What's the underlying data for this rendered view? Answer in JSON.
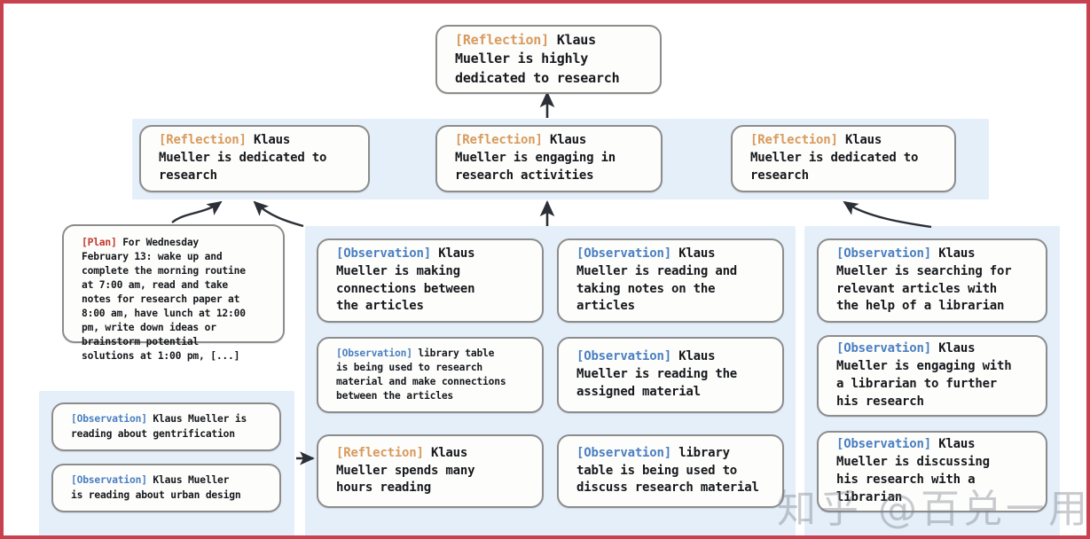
{
  "frame": {
    "border_color": "#c8414f",
    "background": "#ffffff"
  },
  "palette": {
    "panel_blue": "#e5eff9",
    "node_border": "#8c8c8c",
    "node_fill": "#fdfdfc",
    "reflection_tag": "#d89a5c",
    "observation_tag": "#4a7fc1",
    "plan_tag": "#c0392b",
    "text": "#16181c"
  },
  "tags": {
    "reflection": "[Reflection]",
    "observation": "[Observation]",
    "plan": "[Plan]"
  },
  "nodes": {
    "root_reflection": {
      "tag": "[Reflection]",
      "text": " Klaus\nMueller is highly\ndedicated to research"
    },
    "reflection_left": {
      "tag": "[Reflection]",
      "text": " Klaus\nMueller is dedicated to\nresearch"
    },
    "reflection_center": {
      "tag": "[Reflection]",
      "text": " Klaus\nMueller is engaging in\nresearch activities"
    },
    "reflection_right": {
      "tag": "[Reflection]",
      "text": " Klaus\nMueller is dedicated to\nresearch"
    },
    "plan_box": {
      "tag": "[Plan]",
      "text": " For Wednesday\nFebruary 13: wake up and\ncomplete the morning routine\nat 7:00 am, read and take\nnotes for research paper at\n8:00 am, have lunch at 12:00\npm, write down ideas or\nbrainstorm potential\nsolutions at 1:00 pm, [...]"
    },
    "obs_far_left_1": {
      "tag": "[Observation]",
      "text": " Klaus Mueller is\nreading about gentrification"
    },
    "obs_far_left_2": {
      "tag": "[Observation]",
      "text": " Klaus Mueller\nis reading about urban design"
    },
    "col2_obs_1": {
      "tag": "[Observation]",
      "text": " Klaus\nMueller is making\nconnections between\nthe articles"
    },
    "col2_obs_2": {
      "tag": "[Observation]",
      "text": " library table\nis being used to research\nmaterial and make connections\nbetween the articles"
    },
    "col2_reflection": {
      "tag": "[Reflection]",
      "text": " Klaus\nMueller spends many\nhours reading"
    },
    "col3_obs_1": {
      "tag": "[Observation]",
      "text": " Klaus\nMueller is reading and\ntaking notes on the\narticles"
    },
    "col3_obs_2": {
      "tag": "[Observation]",
      "text": " Klaus\nMueller is reading the\nassigned material"
    },
    "col3_obs_3": {
      "tag": "[Observation]",
      "text": " library\ntable is being used to\ndiscuss research material"
    },
    "col4_obs_1": {
      "tag": "[Observation]",
      "text": " Klaus\nMueller is searching for\nrelevant articles with\nthe help of a librarian"
    },
    "col4_obs_2": {
      "tag": "[Observation]",
      "text": " Klaus\nMueller is engaging with\na librarian to further\nhis research"
    },
    "col4_obs_3": {
      "tag": "[Observation]",
      "text": " Klaus\nMueller is discussing\nhis research with a\nlibrarian"
    }
  },
  "watermark": {
    "text": "知乎 @百兑一用谥书生"
  }
}
